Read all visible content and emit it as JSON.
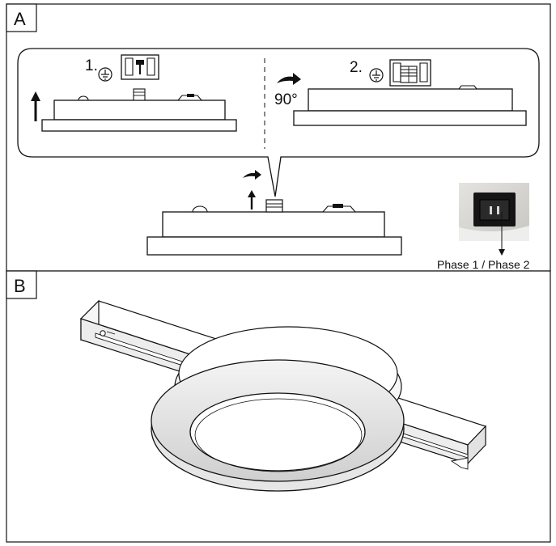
{
  "panel_a": {
    "label": "A",
    "step1_label": "1.",
    "step2_label": "2.",
    "rotation_label": "90°",
    "phase_label": "Phase 1 / Phase 2"
  },
  "panel_b": {
    "label": "B"
  },
  "icons": {
    "ground": "ground-icon",
    "arrow_up": "arrow-up-icon",
    "arrow_rotate": "rotate-arrow-icon"
  },
  "colors": {
    "line": "#111111",
    "photo_bg": "#d9d9d6",
    "switch": "#1a1a1a"
  }
}
